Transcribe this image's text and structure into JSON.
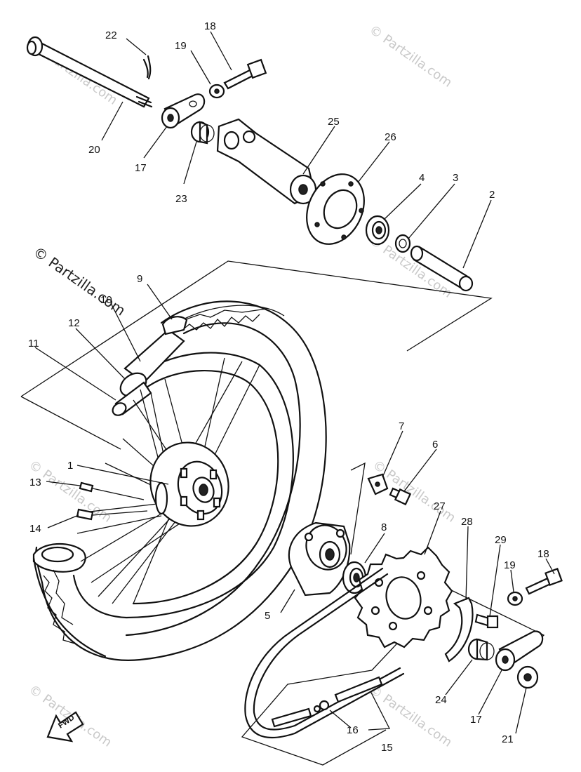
{
  "watermarks": {
    "main": "© Partzilla.com",
    "faint": "© Partzilla.com"
  },
  "fwd_label": "FWD",
  "callouts": {
    "c22": "22",
    "c18a": "18",
    "c19a": "19",
    "c20": "20",
    "c17a": "17",
    "c23": "23",
    "c25": "25",
    "c26": "26",
    "c4": "4",
    "c3": "3",
    "c2": "2",
    "c9": "9",
    "c10": "10",
    "c12": "12",
    "c11": "11",
    "c1": "1",
    "c13": "13",
    "c14": "14",
    "c7": "7",
    "c6": "6",
    "c8": "8",
    "c27": "27",
    "c28": "28",
    "c29": "29",
    "c18b": "18",
    "c19b": "19",
    "c5": "5",
    "c24": "24",
    "c17b": "17",
    "c21": "21",
    "c16": "16",
    "c15": "15"
  },
  "colors": {
    "ink": "#111111",
    "watermark": "#c9c9c9",
    "paper": "#ffffff"
  }
}
